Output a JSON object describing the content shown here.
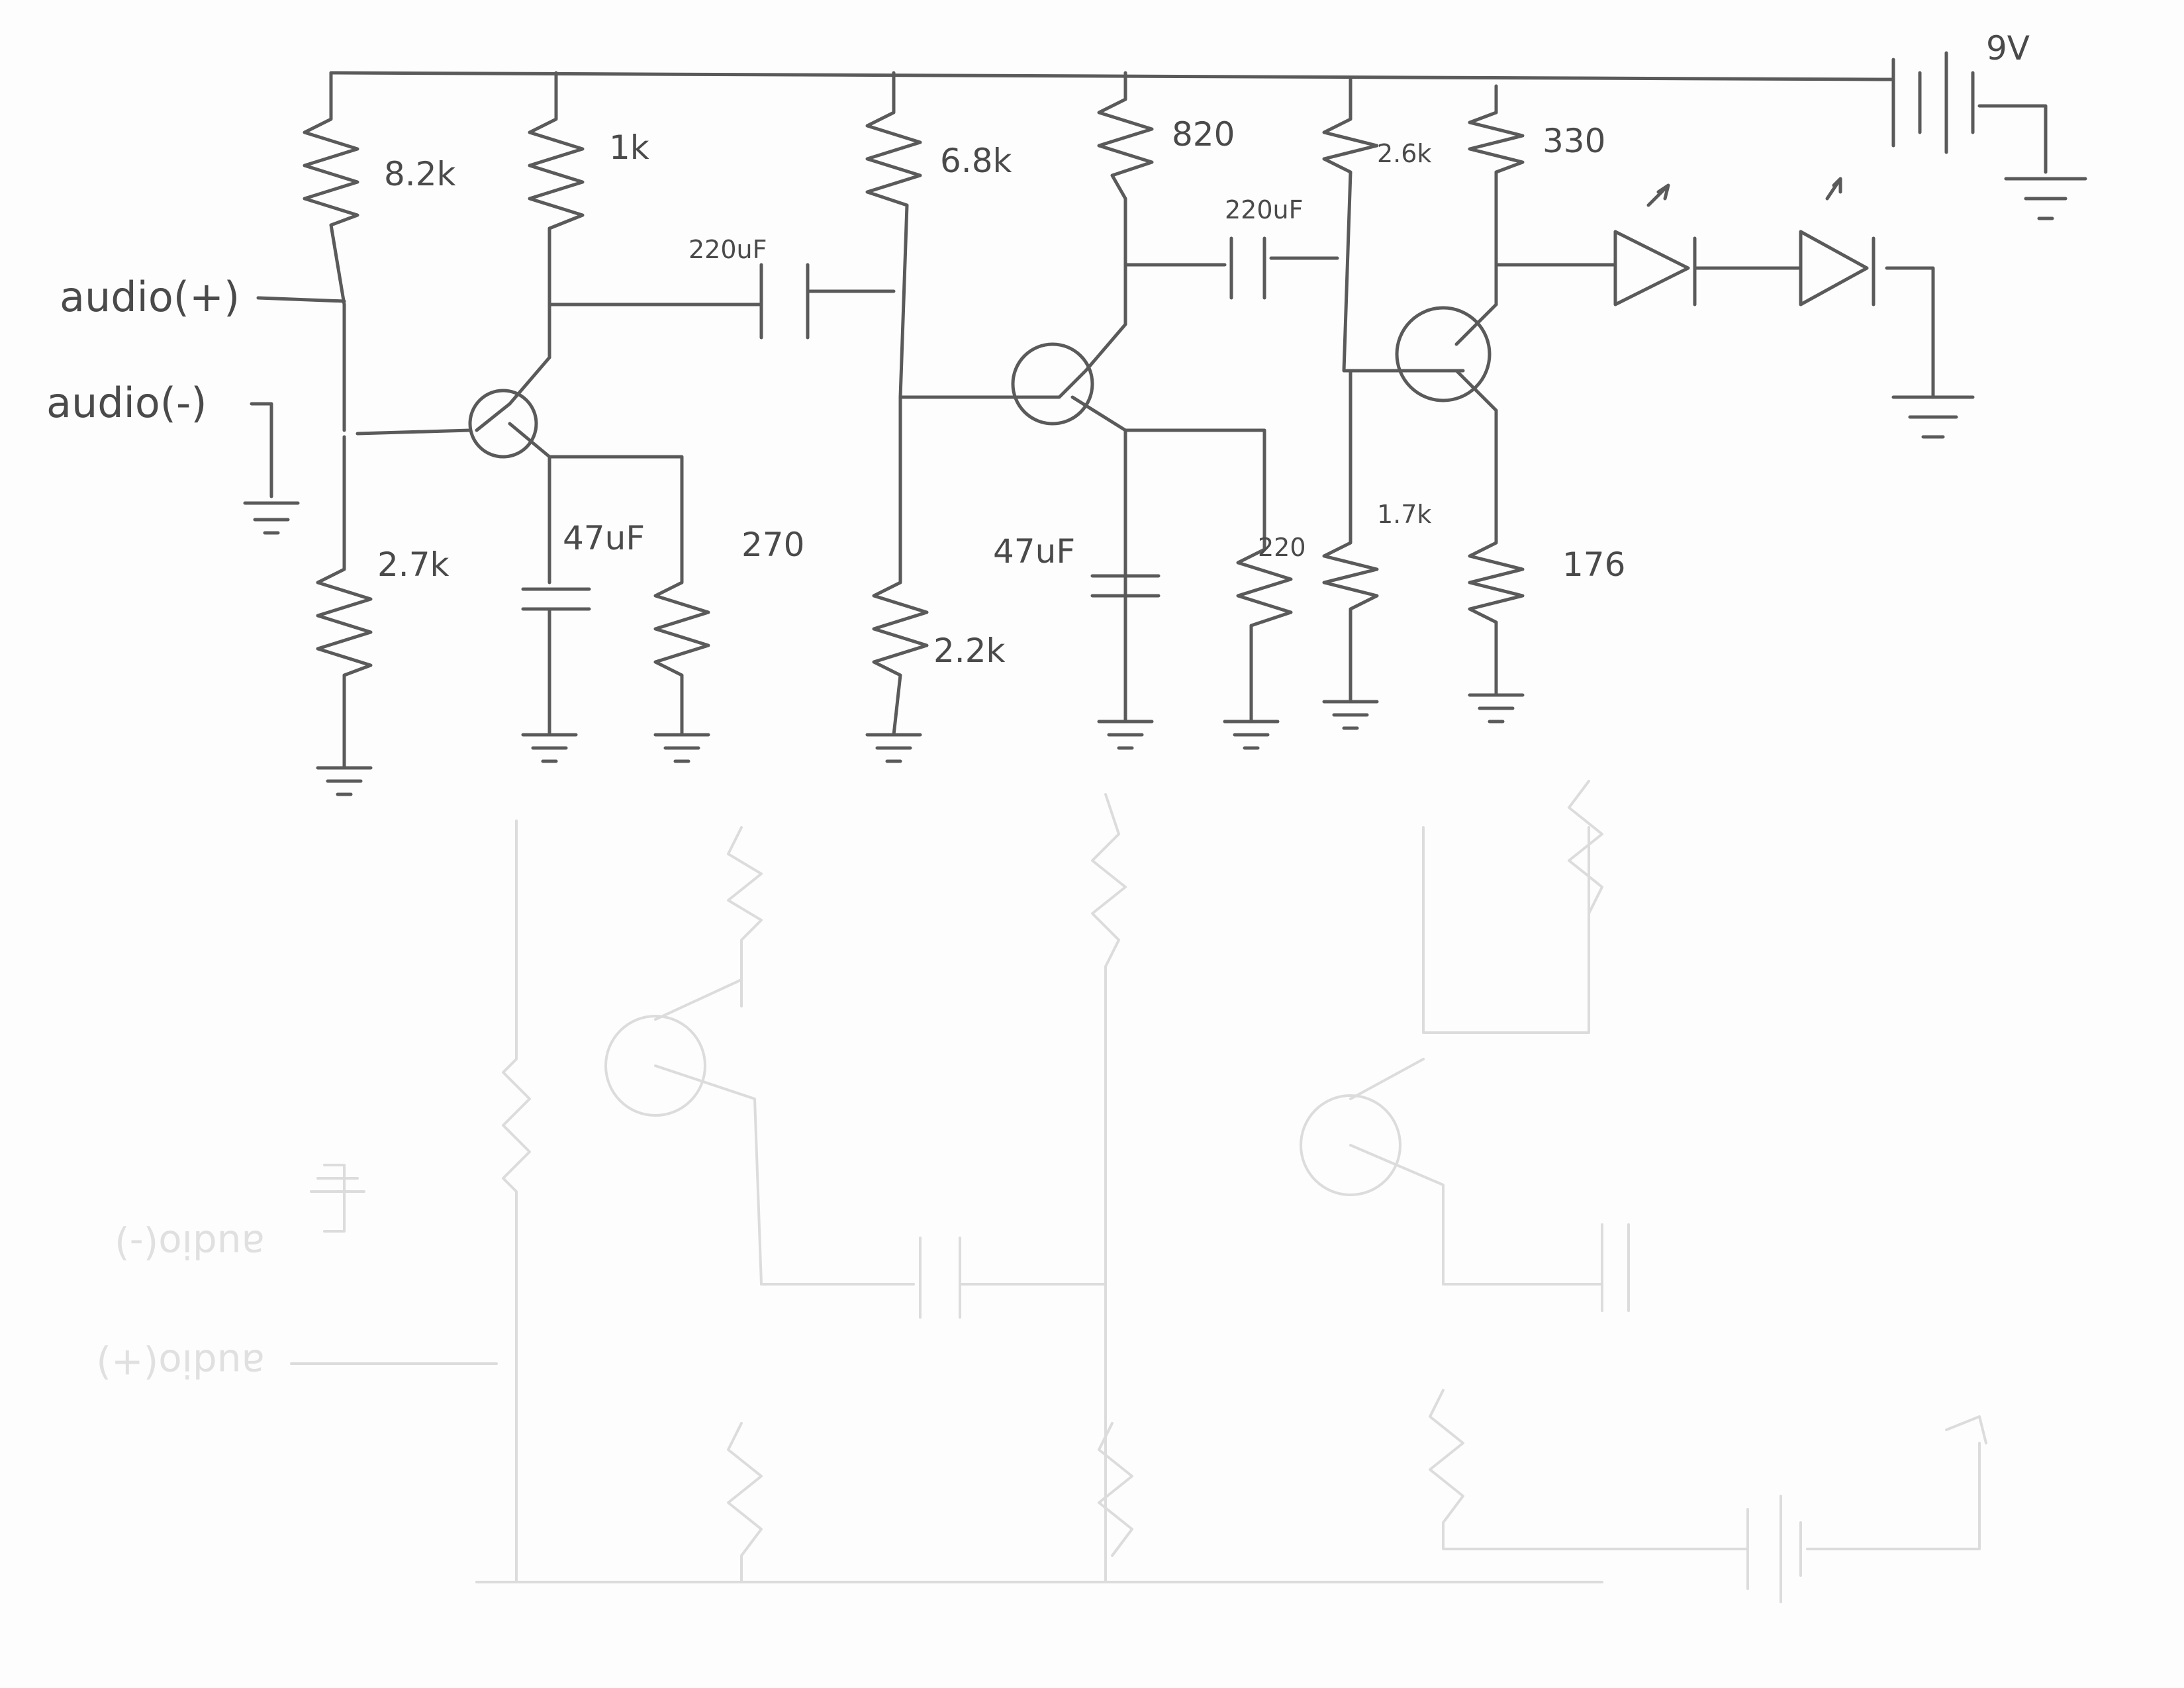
{
  "labels": {
    "audio_plus": "audio(+)",
    "audio_minus": "audio(-)",
    "voltage": "9V",
    "r1": "8.2k",
    "r2": "1k",
    "r3": "6.8k",
    "r4": "820",
    "r5": "2.6k",
    "r6": "330",
    "r7": "2.7k",
    "r8": "270",
    "r9": "2.2k",
    "r10": "220",
    "r11": "1.7k",
    "r12": "176",
    "c1": "220uF",
    "c2": "220uF",
    "c3": "47uF",
    "c4": "47uF"
  },
  "ghost_labels": {
    "audio_plus_mirror": "audio(+)",
    "audio_minus_mirror": "audio(-)"
  }
}
